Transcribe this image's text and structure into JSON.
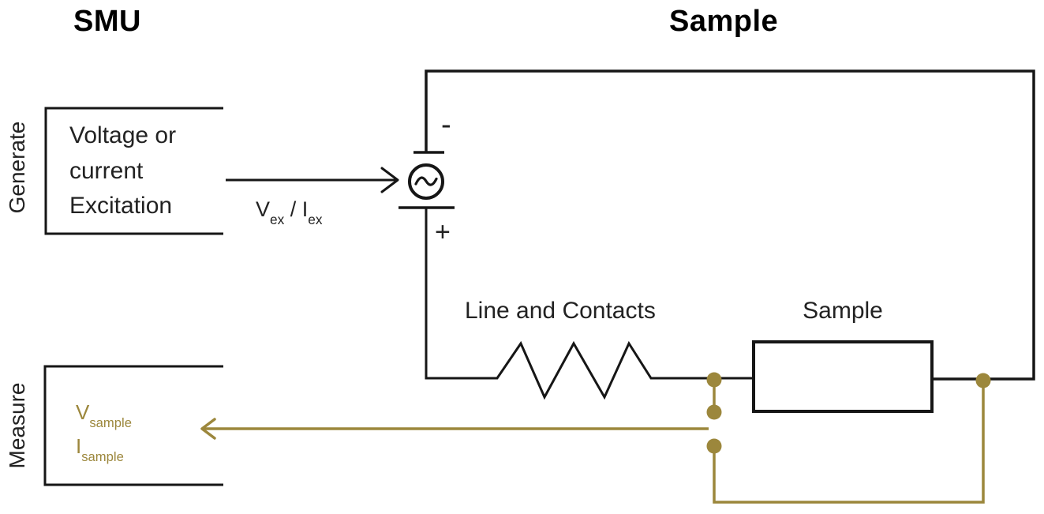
{
  "colors": {
    "wire": "#161616",
    "gold": "#9C873C",
    "text": "#1c1c1c"
  },
  "titles": {
    "smu": "SMU",
    "sample": "Sample"
  },
  "side_labels": {
    "generate": "Generate",
    "measure": "Measure"
  },
  "generate_box": {
    "lines": [
      "Voltage or",
      "current",
      "Excitation"
    ]
  },
  "excitation": {
    "v": "V",
    "v_sub": "ex",
    "sep": " / ",
    "i": "I",
    "i_sub": "ex"
  },
  "source": {
    "minus": "-",
    "plus": "+"
  },
  "circuit_labels": {
    "line_and_contacts": "Line and Contacts",
    "sample_box": "Sample"
  },
  "measure_signals": {
    "v": "V",
    "v_sub": "sample",
    "i": "I",
    "i_sub": "sample"
  }
}
